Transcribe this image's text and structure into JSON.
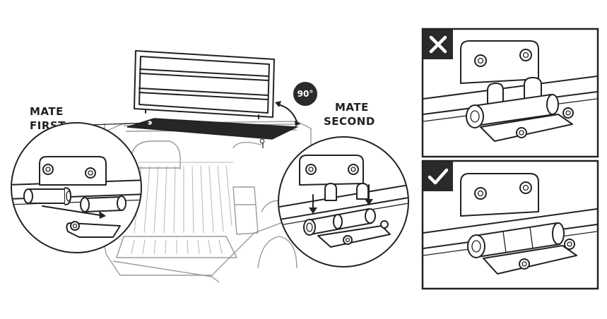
{
  "labels": {
    "mate_first_line1": "MATE",
    "mate_first_line2": "FIRST",
    "mate_second_line1": "MATE",
    "mate_second_line2": "SECOND",
    "angle": "90°"
  },
  "panels": {
    "incorrect": {
      "icon": "x-icon",
      "status": "incorrect"
    },
    "correct": {
      "icon": "checkmark-icon",
      "status": "correct"
    }
  },
  "colors": {
    "line": "#222222",
    "faded_line": "#9a9a9a",
    "badge": "#2a2a2a",
    "background": "#ffffff"
  }
}
